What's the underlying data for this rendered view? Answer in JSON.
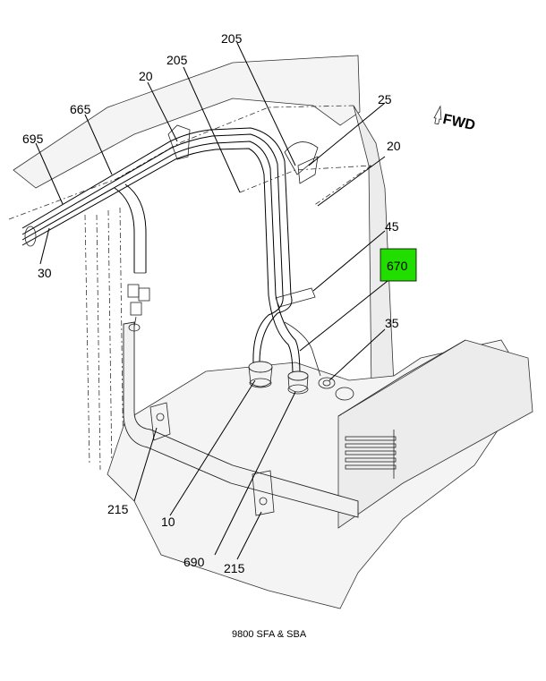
{
  "callouts": {
    "c205a": "205",
    "c205b": "205",
    "c20a": "20",
    "c25": "25",
    "c20b": "20",
    "c665": "665",
    "c695": "695",
    "c30": "30",
    "c45": "45",
    "c670": "670",
    "c35": "35",
    "c215a": "215",
    "c10": "10",
    "c690": "690",
    "c215b": "215"
  },
  "highlight_color": "#22dd00",
  "fwd_label": "FWD",
  "caption": "9800 SFA & SBA"
}
